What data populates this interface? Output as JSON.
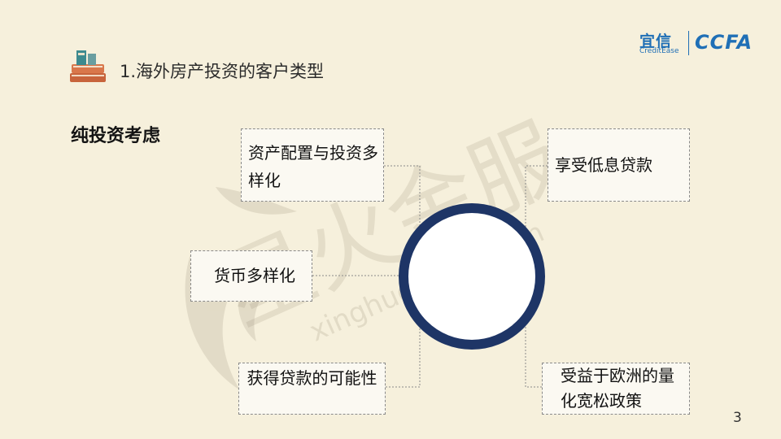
{
  "slide": {
    "title": "1.海外房产投资的客户类型",
    "section_heading": "纯投资考虑",
    "page_number": "3"
  },
  "logo": {
    "cn_name": "宜信",
    "en_name": "CreditEase",
    "partner_name": "CCFA",
    "color": "#1f6fb6"
  },
  "watermark": {
    "text": "星火金服",
    "url_text": "xinghuo.yixin.com"
  },
  "center_circle": {
    "border_color": "#1e3566"
  },
  "boxes": [
    {
      "label": "资产配置与投资多样化"
    },
    {
      "label": "货币多样化"
    },
    {
      "label": "获得贷款的可能性"
    },
    {
      "label": "享受低息贷款"
    },
    {
      "label": "受益于欧洲的量化宽松政策"
    }
  ]
}
